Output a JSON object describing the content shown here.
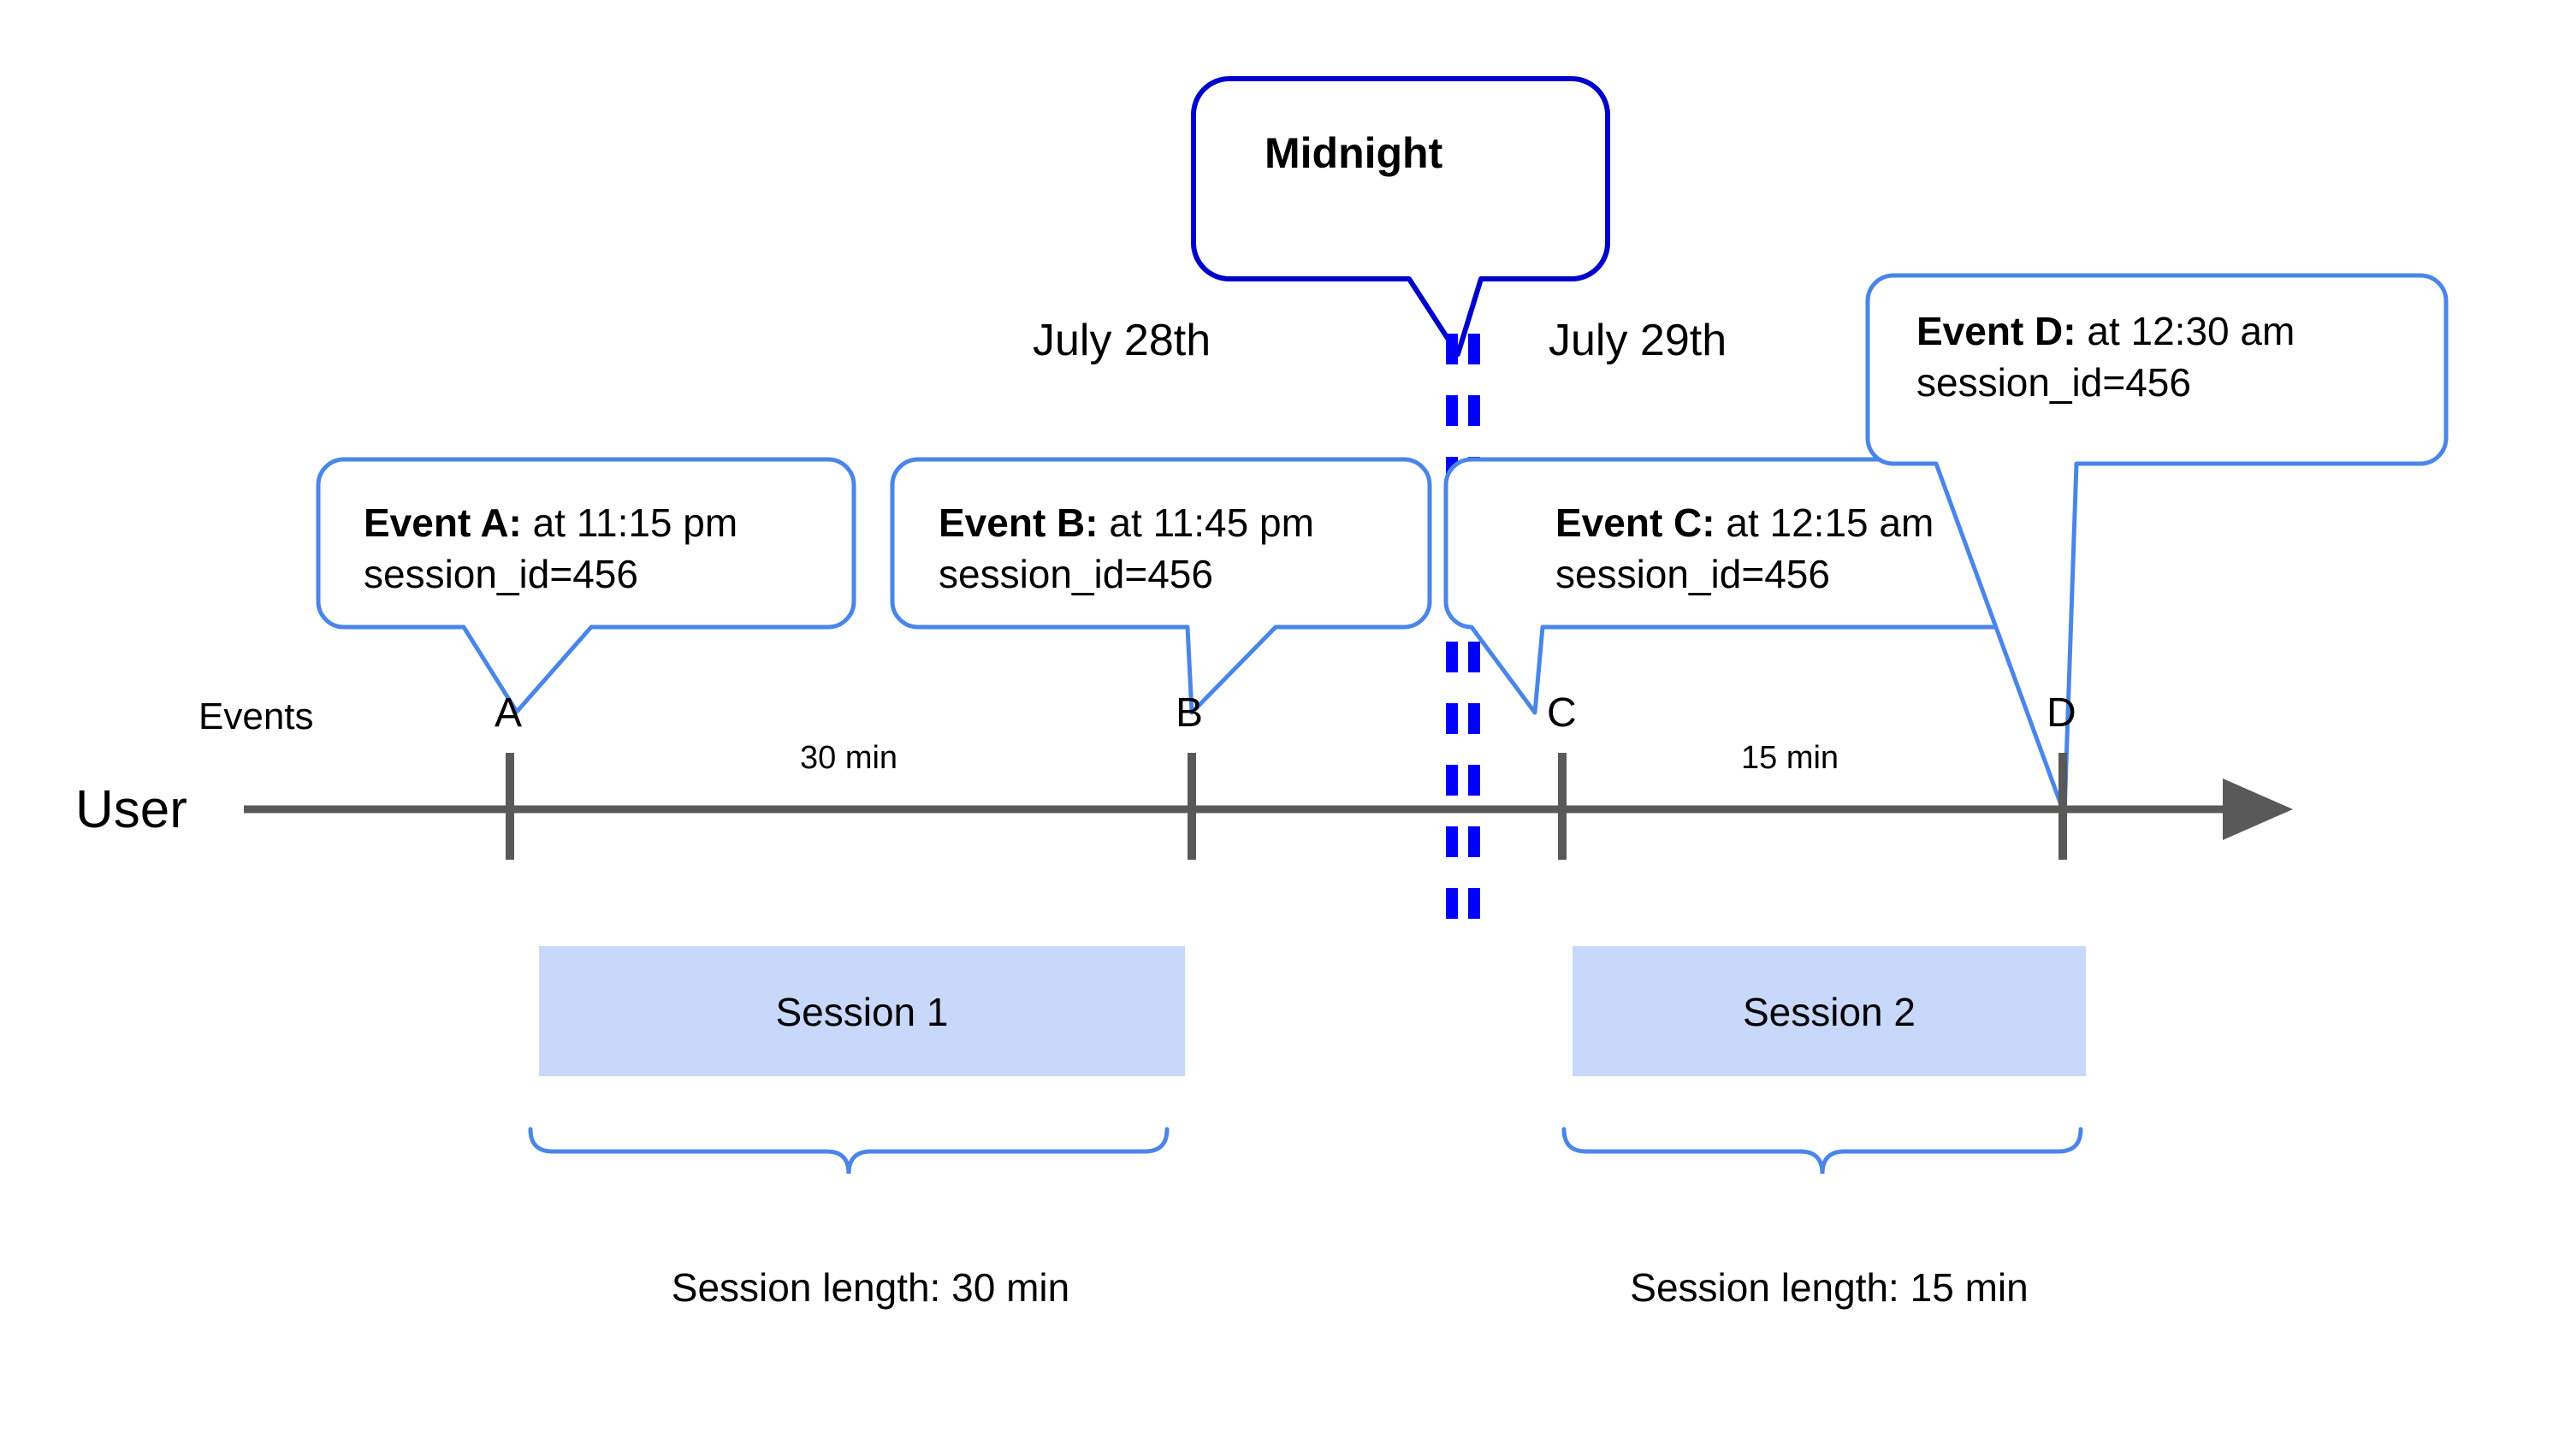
{
  "diagram": {
    "title_callout": {
      "label": "Midnight"
    },
    "dates": [
      {
        "label": "July 28th"
      },
      {
        "label": "July 29th"
      }
    ],
    "row_labels": {
      "events": "Events",
      "user": "User"
    },
    "events": [
      {
        "marker": "A",
        "name": "Event A:",
        "time": "at 11:15 pm",
        "session_id": "session_id=456"
      },
      {
        "marker": "B",
        "name": "Event B:",
        "time": "at 11:45 pm",
        "session_id": "session_id=456"
      },
      {
        "marker": "C",
        "name": "Event C:",
        "time": "at 12:15 am",
        "session_id": "session_id=456"
      },
      {
        "marker": "D",
        "name": "Event D:",
        "time": "at 12:30 am",
        "session_id": "session_id=456"
      }
    ],
    "durations": [
      {
        "label": "30 min"
      },
      {
        "label": "15 min"
      }
    ],
    "sessions": [
      {
        "label": "Session 1",
        "length_caption": "Session length: 30 min"
      },
      {
        "label": "Session 2",
        "length_caption": "Session length: 15 min"
      }
    ],
    "colors": {
      "callout_border": "#4a86e8",
      "midnight_border": "#0000cc",
      "midnight_dash": "#0000ff",
      "session_fill": "#c7d8fb",
      "axis": "#595959",
      "text": "#000000"
    }
  },
  "chart_data": {
    "type": "timeline",
    "title": "Session splitting at midnight",
    "xlabel": "User",
    "ylabel": "",
    "grid": false,
    "legend": "none",
    "boundary": {
      "label": "Midnight",
      "between": [
        "July 28th",
        "July 29th"
      ]
    },
    "events": [
      {
        "marker": "A",
        "time": "11:15 pm",
        "date": "July 28th",
        "session_id": 456,
        "session": "Session 1"
      },
      {
        "marker": "B",
        "time": "11:45 pm",
        "date": "July 28th",
        "session_id": 456,
        "session": "Session 1"
      },
      {
        "marker": "C",
        "time": "12:15 am",
        "date": "July 29th",
        "session_id": 456,
        "session": "Session 2"
      },
      {
        "marker": "D",
        "time": "12:30 am",
        "date": "July 29th",
        "session_id": 456,
        "session": "Session 2"
      }
    ],
    "gaps": [
      {
        "from": "A",
        "to": "B",
        "label": "30 min",
        "minutes": 30
      },
      {
        "from": "C",
        "to": "D",
        "label": "15 min",
        "minutes": 15
      }
    ],
    "sessions": [
      {
        "name": "Session 1",
        "from": "A",
        "to": "B",
        "length_label": "Session length: 30 min",
        "length_minutes": 30
      },
      {
        "name": "Session 2",
        "from": "C",
        "to": "D",
        "length_label": "Session length: 15 min",
        "length_minutes": 15
      }
    ]
  }
}
